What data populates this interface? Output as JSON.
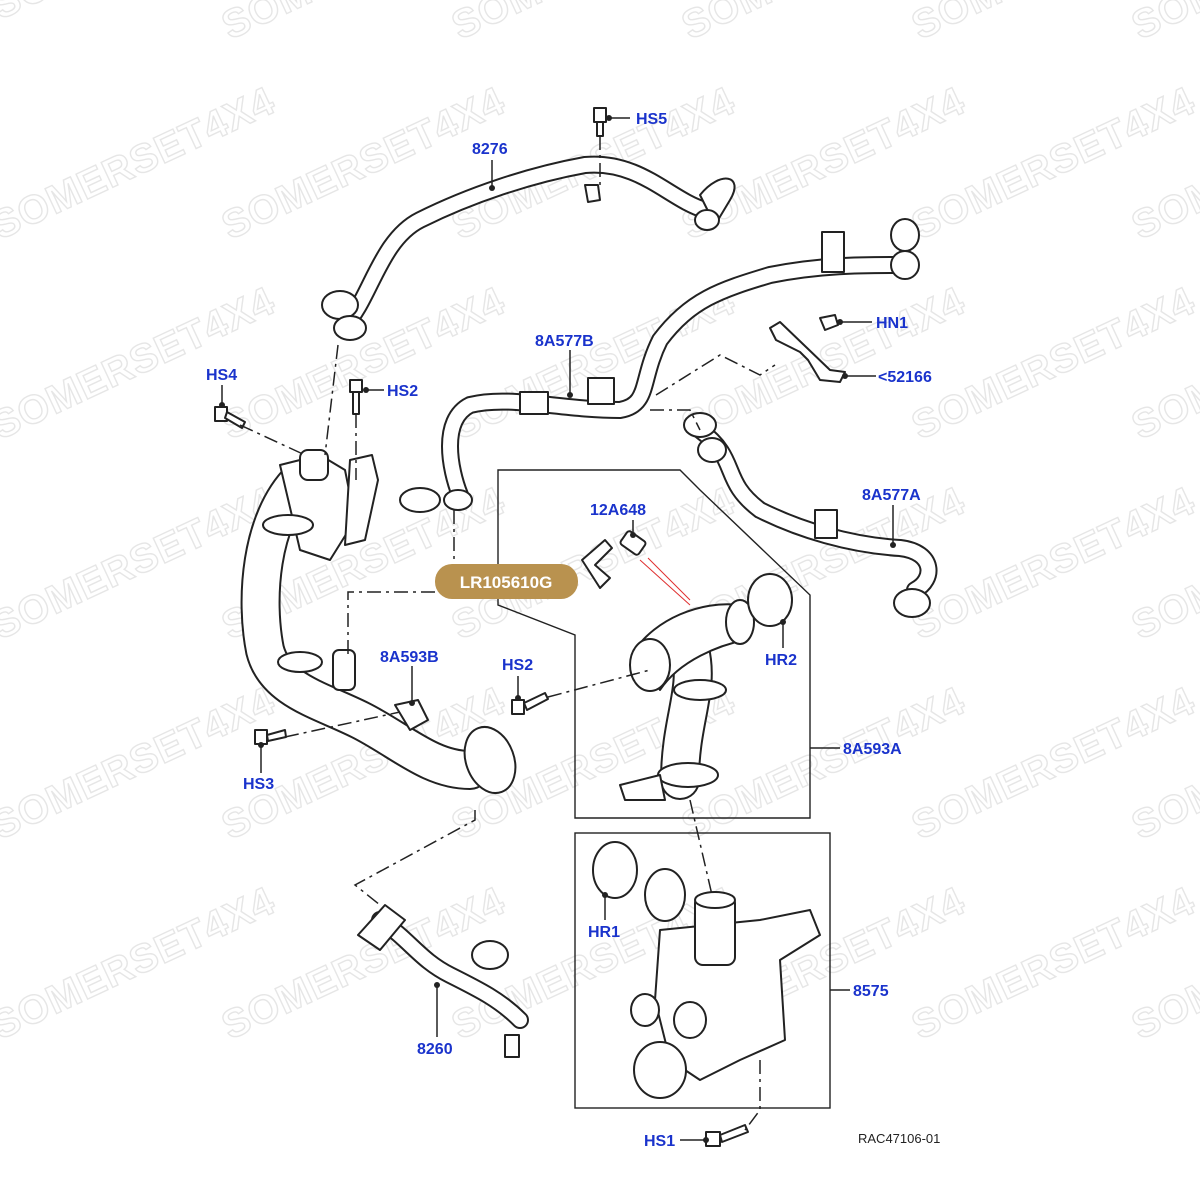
{
  "watermark": {
    "text": "SOMERSET4X4"
  },
  "badge": {
    "label": "LR105610G",
    "color": "#b9924f"
  },
  "reference": "RAC47106-01",
  "callouts": {
    "hs5": "HS5",
    "p8276": "8276",
    "p8a577b": "8A577B",
    "hn1": "HN1",
    "p52166": "<52166",
    "hs4": "HS4",
    "hs2_top": "HS2",
    "p8a577a": "8A577A",
    "p12a648": "12A648",
    "hr2": "HR2",
    "p8a593b": "8A593B",
    "hs2_mid": "HS2",
    "hs3": "HS3",
    "p8a593a": "8A593A",
    "hr1": "HR1",
    "p8575": "8575",
    "p8260": "8260",
    "hs1": "HS1"
  },
  "colors": {
    "callout": "#1a33cc",
    "line": "#222222"
  }
}
